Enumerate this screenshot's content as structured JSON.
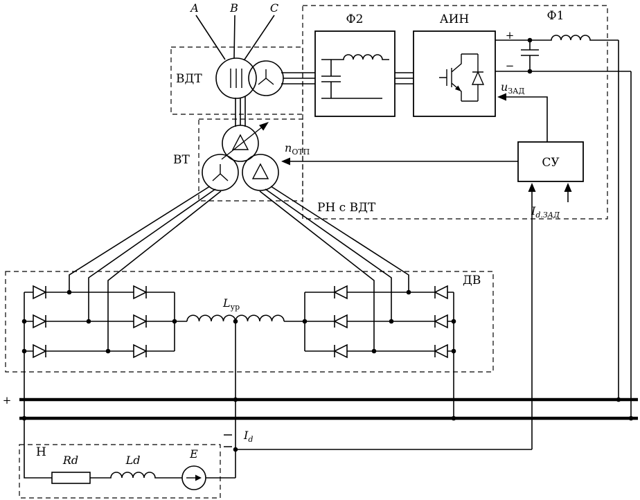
{
  "labels": {
    "phase_a": "А",
    "phase_b": "В",
    "phase_c": "С",
    "vdt": "ВДТ",
    "vt": "ВТ",
    "f2": "Ф2",
    "ain": "АИН",
    "f1": "Ф1",
    "su": "СУ",
    "rn_vdt": "РН с ВДТ",
    "dv": "ДВ",
    "load_n": "Н",
    "bus_plus": "+",
    "f1_plus": "+",
    "f1_minus": "−",
    "u_zad": {
      "base": "u",
      "sub": "ЗАД"
    },
    "n_otp": {
      "base": "n",
      "sub": "ОТП"
    },
    "i_d": {
      "base": "I",
      "sub": "d"
    },
    "i_d_zad": {
      "base": "I",
      "sub": "d.ЗАД"
    },
    "l_ur": {
      "base": "L",
      "sub": "ур"
    },
    "r_d": "Rd",
    "l_d": "Ld",
    "e_src": "Е"
  },
  "colors": {
    "line": "#000000",
    "background": "#ffffff"
  }
}
